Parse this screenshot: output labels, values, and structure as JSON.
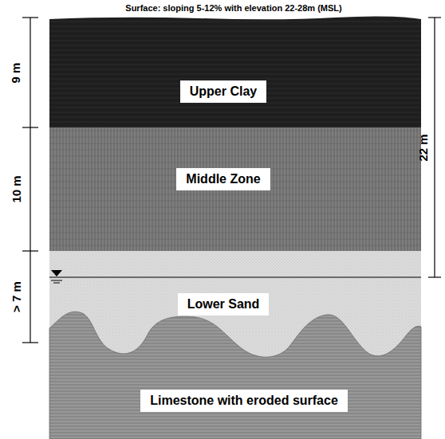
{
  "diagram": {
    "title": "Surface: sloping 5-12% with elevation 22-28m (MSL)",
    "nodes": [
      {
        "text": [
          "Upper Clay"
        ]
      },
      {
        "text": [
          "Middle Zone"
        ]
      },
      {
        "text": [
          "Lower Sand"
        ]
      },
      {
        "text": [
          "Limestone with eroded surface"
        ]
      }
    ],
    "labels": [
      "9 m",
      "10 m",
      "> 7 m",
      "22 m"
    ]
  }
}
